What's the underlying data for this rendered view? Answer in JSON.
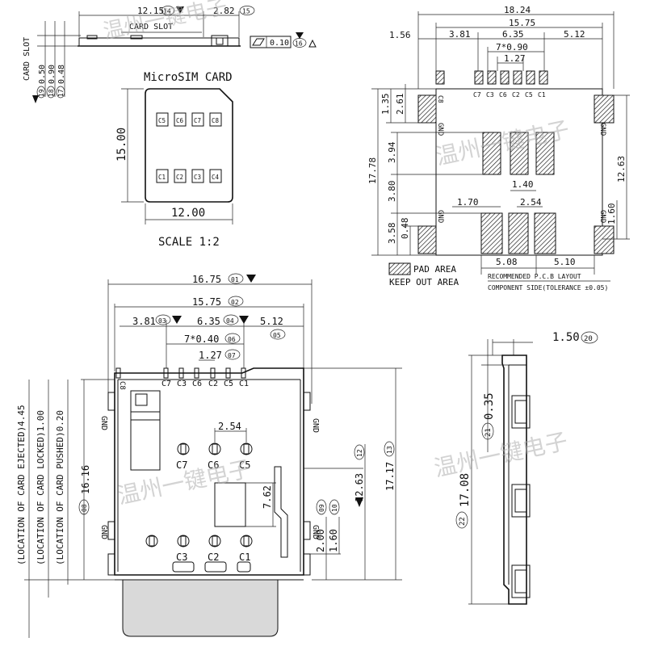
{
  "top_view": {
    "dim_card_slot": "12.15",
    "bubble_card_slot": "14",
    "dim_right": "2.82",
    "bubble_right": "15",
    "label_card_slot": "CARD SLOT",
    "flatness": "0.10",
    "bubble_flatness": "16",
    "vertical_label": "CARD SLOT",
    "dims": [
      {
        "value": "0.50",
        "bubble": "19"
      },
      {
        "value": "0.90",
        "bubble": "18"
      },
      {
        "value": "0.48",
        "bubble": "17"
      }
    ]
  },
  "card": {
    "title": "MicroSIM CARD",
    "width": "12.00",
    "height": "15.00",
    "contacts_top": [
      "C5",
      "C6",
      "C7",
      "C8"
    ],
    "contacts_bottom": [
      "C1",
      "C2",
      "C3",
      "C4"
    ],
    "scale": "SCALE 1:2"
  },
  "pcb": {
    "dim_total": "18.24",
    "dim_15_75": "15.75",
    "dim_1_56": "1.56",
    "dim_3_81": "3.81",
    "dim_6_35": "6.35",
    "dim_5_12": "5.12",
    "dim_pitch": "7*0.90",
    "dim_1_27": "1.27",
    "contacts": [
      "C7",
      "C3",
      "C6",
      "C2",
      "C5",
      "C1"
    ],
    "c8": "C8",
    "gnd": "GND",
    "dim_17_78": "17.78",
    "dim_1_35": "1.35",
    "dim_2_61": "2.61",
    "dim_3_94": "3.94",
    "dim_3_80": "3.80",
    "dim_3_58": "3.58",
    "dim_0_48": "0.48",
    "dim_1_40": "1.40",
    "dim_1_70": "1.70",
    "dim_2_54": "2.54",
    "dim_12_63": "12.63",
    "dim_1_60": "1.60",
    "dim_5_08": "5.08",
    "dim_5_10": "5.10",
    "legend_pad": "PAD AREA",
    "legend_keepout": "KEEP OUT AREA",
    "note_layout": "RECOMMENDED P.C.B LAYOUT",
    "note_side": "COMPONENT SIDE(TOLERANCE ±0.05)"
  },
  "main": {
    "dim_16_75": "16.75",
    "b01": "01",
    "dim_15_75": "15.75",
    "b02": "02",
    "dim_3_81": "3.81",
    "b03": "03",
    "dim_6_35": "6.35",
    "b04": "04",
    "dim_5_12": "5.12",
    "b05": "05",
    "dim_pitch": "7*0.40",
    "b06": "06",
    "dim_1_27": "1.27",
    "b07": "07",
    "contacts_top": [
      "C7",
      "C3",
      "C6",
      "C2",
      "C5",
      "C1"
    ],
    "c8": "C8",
    "gnd": "GND",
    "dim_2_54": "2.54",
    "row1": [
      "C7",
      "C6",
      "C5"
    ],
    "row2": [
      "C3",
      "C2",
      "C1"
    ],
    "dim_7_62": "7.62",
    "dim_2_00": "2.00",
    "b09": "09",
    "dim_1_60": "1.60",
    "b10": "10",
    "dim_12_63": "12.63",
    "b12": "12",
    "dim_17_17": "17.17",
    "b13": "13",
    "dim_16_16": "16.16",
    "b08": "08",
    "loc_ejected": "(LOCATION OF CARD EJECTED)4.45",
    "loc_locked": "(LOCATION OF CARD LOCKED)1.00",
    "loc_pushed": "(LOCATION OF CARD PUSHED)0.20"
  },
  "side": {
    "dim_1_50": "1.50",
    "b20": "20",
    "dim_0_35": "0.35",
    "b21": "21",
    "dim_17_08": "17.08",
    "b22": "22"
  },
  "watermark": "温州一键电子"
}
